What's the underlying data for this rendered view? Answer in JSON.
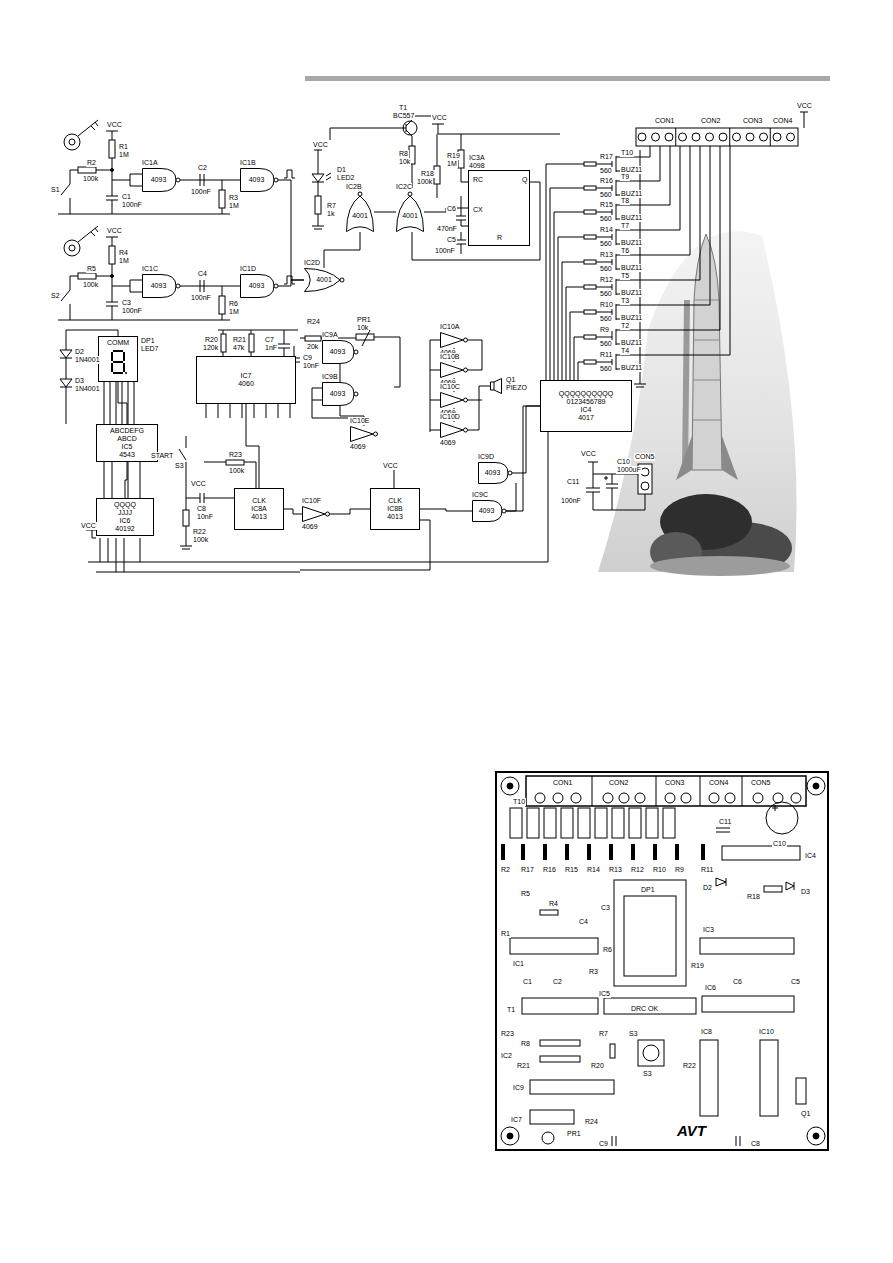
{
  "diagram": {
    "nodes": [
      {
        "text": [
          "IC1A",
          "4093"
        ]
      },
      {
        "text": [
          "IC1B",
          "4093"
        ]
      },
      {
        "text": [
          "IC1C",
          "4093"
        ]
      },
      {
        "text": [
          "IC1D",
          "4093"
        ]
      },
      {
        "text": [
          "IC2D",
          "4001"
        ]
      },
      {
        "text": [
          "IC2B",
          "4001"
        ]
      },
      {
        "text": [
          "IC2C",
          "4001"
        ]
      },
      {
        "text": [
          "IC3A",
          "4098"
        ]
      },
      {
        "text": [
          "IC9A",
          "4093"
        ]
      },
      {
        "text": [
          "IC9B",
          "4093"
        ]
      },
      {
        "text": [
          "IC10A",
          "4069"
        ]
      },
      {
        "text": [
          "IC10B",
          "4069"
        ]
      },
      {
        "text": [
          "IC10C",
          "4069"
        ]
      },
      {
        "text": [
          "IC10D",
          "4069"
        ]
      },
      {
        "text": [
          "IC10E",
          "4069"
        ]
      },
      {
        "text": [
          "Q1",
          "PIEZO"
        ]
      },
      {
        "text": [
          "IC7",
          "4060"
        ]
      },
      {
        "text": [
          "COMM",
          "DP1 LED7"
        ]
      },
      {
        "text": [
          "ABCDEFG",
          "ABCD",
          "IC5",
          "4543"
        ]
      },
      {
        "text": [
          "QQQQ",
          "JJJJ",
          "IC6",
          "40192"
        ]
      },
      {
        "text": [
          "CLK",
          "IC8A",
          "4013"
        ]
      },
      {
        "text": [
          "IC10F",
          "4069"
        ]
      },
      {
        "text": [
          "CLK",
          "IC8B",
          "4013"
        ]
      },
      {
        "text": [
          "IC9D",
          "4093"
        ]
      },
      {
        "text": [
          "IC9C",
          "4093"
        ]
      },
      {
        "text": [
          "QQQQQQQQQQ",
          "0123456789",
          "IC4",
          "4017"
        ]
      }
    ],
    "edges": [
      {
        "from": 0,
        "to": 1,
        "arrow": "none"
      },
      {
        "from": 2,
        "to": 3,
        "arrow": "none"
      },
      {
        "from": 1,
        "to": 4,
        "arrow": "none"
      },
      {
        "from": 3,
        "to": 4,
        "arrow": "none"
      },
      {
        "from": 4,
        "to": 5,
        "arrow": "none"
      },
      {
        "from": 5,
        "to": 6,
        "arrow": "none"
      },
      {
        "from": 6,
        "to": 7,
        "arrow": "none"
      },
      {
        "from": 8,
        "to": 9,
        "arrow": "none"
      },
      {
        "from": 9,
        "to": 14,
        "arrow": "none"
      },
      {
        "from": 10,
        "to": 11,
        "arrow": "none"
      },
      {
        "from": 11,
        "to": 12,
        "arrow": "none"
      },
      {
        "from": 12,
        "to": 13,
        "arrow": "none"
      },
      {
        "from": 13,
        "to": 15,
        "arrow": "none"
      },
      {
        "from": 16,
        "to": 20,
        "arrow": "none"
      },
      {
        "from": 19,
        "to": 18,
        "arrow": "none"
      },
      {
        "from": 18,
        "to": 17,
        "arrow": "none"
      },
      {
        "from": 20,
        "to": 21,
        "arrow": "none"
      },
      {
        "from": 21,
        "to": 22,
        "arrow": "none"
      },
      {
        "from": 22,
        "to": 24,
        "arrow": "none"
      },
      {
        "from": 24,
        "to": 25,
        "arrow": "none"
      },
      {
        "from": 23,
        "to": 25,
        "arrow": "none"
      }
    ],
    "labels": [
      "VCC",
      "R1",
      "1M",
      "R2",
      "100k",
      "S1",
      "C1",
      "100nF",
      "C2",
      "100nF",
      "R3",
      "1M",
      "VCC",
      "R4",
      "1M",
      "R5",
      "100k",
      "S2",
      "C3",
      "100nF",
      "C4",
      "100nF",
      "R6",
      "1M",
      "VCC",
      "D1",
      "LED2",
      "R7",
      "1k",
      "T1",
      "BC557",
      "VCC",
      "R8",
      "10k",
      "R18",
      "100k",
      "R19",
      "1M",
      "C6",
      "470nF",
      "C5",
      "100nF",
      "RC",
      "CX",
      "Q",
      "R",
      "D2",
      "1N4001",
      "D3",
      "1N4001",
      "R20",
      "120k",
      "R21",
      "47k",
      "C7",
      "1nF",
      "R24",
      "20k",
      "PR1",
      "10k",
      "C9",
      "10nF",
      "START",
      "S3",
      "VCC",
      "C8",
      "10nF",
      "R23",
      "100k",
      "R22",
      "100k",
      "VCC",
      "VCC",
      "R17",
      "560",
      "R16",
      "560",
      "R15",
      "560",
      "R14",
      "560",
      "R13",
      "560",
      "R12",
      "560",
      "R10",
      "560",
      "R9",
      "560",
      "R11",
      "560",
      "T10",
      "BUZ11",
      "T9",
      "BUZ11",
      "T8",
      "BUZ11",
      "T7",
      "BUZ11",
      "T6",
      "BUZ11",
      "T5",
      "BUZ11",
      "T3",
      "BUZ11",
      "T2",
      "BUZ11",
      "T4",
      "BUZ11",
      "CON1",
      "CON2",
      "CON3",
      "CON4",
      "VCC",
      "VCC",
      "C10",
      "1000uF",
      "C11",
      "100nF",
      "CON5",
      "CON1",
      "CON2",
      "CON3",
      "CON4",
      "CON5",
      "T10",
      "C11",
      "C10",
      "IC4",
      "R2",
      "R17",
      "R16",
      "R15",
      "R14",
      "R13",
      "R12",
      "R10",
      "R9",
      "R11",
      "R5",
      "R4",
      "C4",
      "C3",
      "DP1",
      "D2",
      "R18",
      "D3",
      "IC3",
      "R1",
      "IC1",
      "R6",
      "R3",
      "R19",
      "C1",
      "C2",
      "IC5",
      "IC6",
      "C6",
      "C5",
      "T1",
      "DRC OK",
      "R23",
      "R7",
      "R8",
      "IC2",
      "R21",
      "R20",
      "S3",
      "R22",
      "IC8",
      "IC10",
      "S3",
      "IC9",
      "Q1",
      "IC7",
      "R24",
      "PR1",
      "C9",
      "C8",
      "AVT"
    ]
  }
}
